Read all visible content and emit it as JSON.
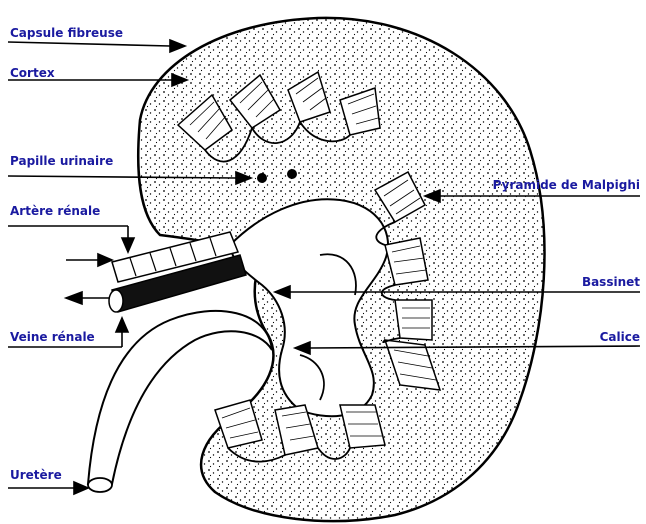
{
  "labels": {
    "capsule_fibreuse": "Capsule fibreuse",
    "cortex": "Cortex",
    "papille_urinaire": "Papille urinaire",
    "artere_renale": "Artère rénale",
    "veine_renale": "Veine rénale",
    "uretere": "Uretère",
    "pyramide_malpighi": "Pyramide de Malpighi",
    "bassinet": "Bassinet",
    "calice": "Calice"
  },
  "colors": {
    "label_text": "#1a1aa0",
    "line": "#000000",
    "kidney_fill": "#ffffff",
    "stipple": "#000000"
  }
}
